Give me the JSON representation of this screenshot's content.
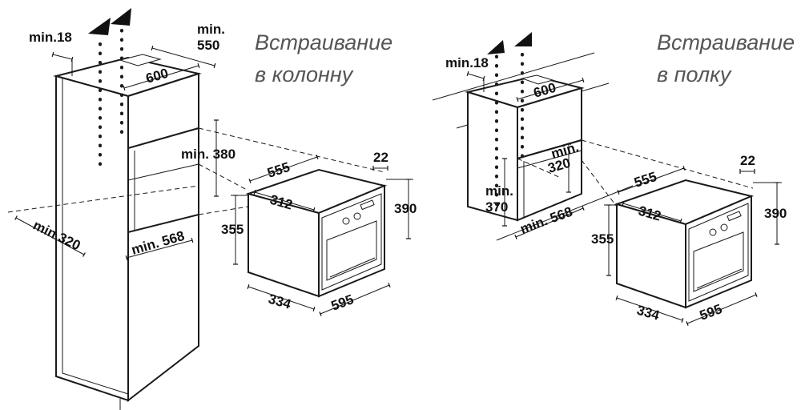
{
  "left_panel": {
    "caption_line1": "Встраивание",
    "caption_line2": "в колонну",
    "dims": {
      "min18": "min.18",
      "min550_a": "min.",
      "min550_b": "550",
      "w600": "600",
      "min380": "min. 380",
      "min320": "min.320",
      "min568": "min. 568"
    },
    "oven": {
      "d555": "555",
      "d22": "22",
      "d312": "312",
      "d390": "390",
      "d355": "355",
      "d334": "334",
      "d595": "595"
    }
  },
  "right_panel": {
    "caption_line1": "Встраивание",
    "caption_line2": "в полку",
    "dims": {
      "min18": "min.18",
      "w600": "600",
      "min320_a": "min.",
      "min320_b": "320",
      "min370_a": "min.",
      "min370_b": "370",
      "min568": "min. 568"
    },
    "oven": {
      "d555": "555",
      "d22": "22",
      "d312": "312",
      "d390": "390",
      "d355": "355",
      "d334": "334",
      "d595": "595"
    }
  }
}
